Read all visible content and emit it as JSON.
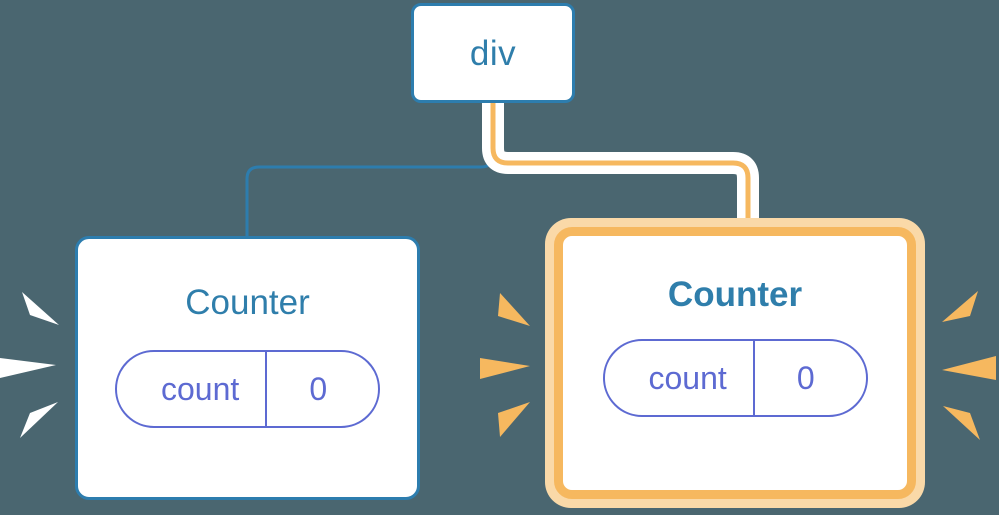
{
  "diagram": {
    "type": "component-tree",
    "background_color": "#4a6670",
    "root": {
      "label": "div",
      "color": "#2f7eab"
    },
    "children": [
      {
        "title": "Counter",
        "highlighted": false,
        "emphasis": "normal",
        "state": {
          "name": "count",
          "value": "0"
        },
        "border_color": "#2d7dae",
        "sparkle_color": "#ffffff"
      },
      {
        "title": "Counter",
        "highlighted": true,
        "emphasis": "bold",
        "state": {
          "name": "count",
          "value": "0"
        },
        "border_color": "#f6b85f",
        "glow_color": "#fad9a8",
        "sparkle_color": "#f6b85f"
      }
    ],
    "connectors": [
      {
        "name": "div-to-counter-left",
        "color": "#2d7dae",
        "highlighted": false
      },
      {
        "name": "div-to-counter-right",
        "color": "#f6b85f",
        "halo_color": "#ffffff",
        "highlighted": true
      }
    ],
    "sparkle_groups": [
      {
        "name": "sparkles-left-edge",
        "color": "#ffffff"
      },
      {
        "name": "sparkles-center",
        "color": "#f6b85f"
      },
      {
        "name": "sparkles-right-edge",
        "color": "#f6b85f"
      }
    ],
    "palette": {
      "background": "#4a6670",
      "node_blue": "#2d7dae",
      "title_blue": "#2f7eab",
      "state_indigo": "#5d6ad2",
      "highlight_amber": "#f6b85f",
      "highlight_glow": "#fad9a8",
      "surface_white": "#ffffff"
    }
  }
}
